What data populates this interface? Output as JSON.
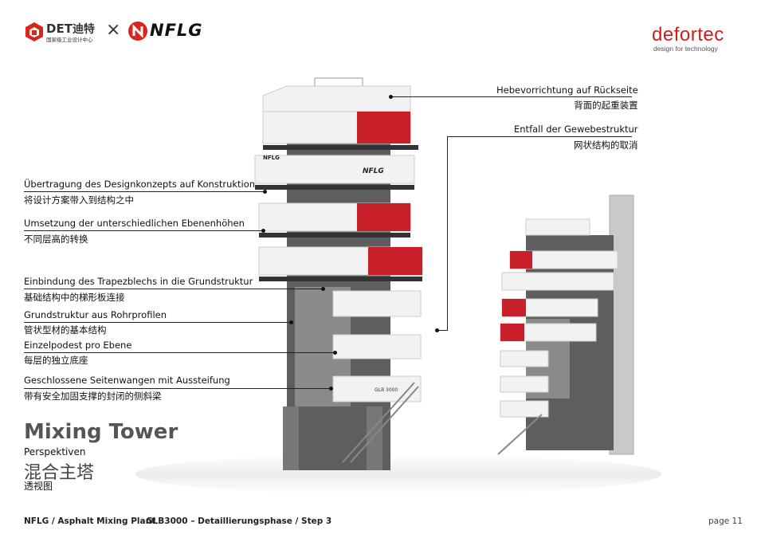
{
  "header": {
    "det_logo_text": "DET",
    "det_logo_cn": "迪特",
    "det_logo_sub": "国家级工业设计中心",
    "cross": "×",
    "nflg_logo_text": "NFLG",
    "defortec_name": "defortec",
    "defortec_tagline": "design for technology"
  },
  "callouts_right": [
    {
      "de": "Hebevorrichtung auf Rückseite",
      "cn": "背面的起重装置"
    },
    {
      "de": "Entfall der Gewebestruktur",
      "cn": "网状结构的取消"
    }
  ],
  "callouts_left": [
    {
      "de": "Übertragung des Designkonzepts auf Konstruktion",
      "cn": "将设计方案带入到结构之中"
    },
    {
      "de": "Umsetzung der unterschiedlichen Ebenenhöhen",
      "cn": "不同层高的转换"
    },
    {
      "de": "Einbindung des Trapezblechs in die Grundstruktur",
      "cn": "基础结构中的梯形板连接"
    },
    {
      "de": "Grundstruktur aus Rohrprofilen",
      "cn": "管状型材的基本结构"
    },
    {
      "de": "Einzelpodest pro Ebene",
      "cn": "每层的独立底座"
    },
    {
      "de": "Geschlossene Seitenwangen mit Aussteifung",
      "cn": "带有安全加固支撑的封闭的侧斜梁"
    }
  ],
  "title": {
    "main": "Mixing Tower",
    "sub_de": "Perspektiven",
    "sub_cn": "混合主塔",
    "sub_cn2": "透视图"
  },
  "tower_labels": {
    "brand": "NFLG",
    "model": "GLB 3000"
  },
  "footer": {
    "left": "NFLG / Asphalt Mixing Plant",
    "middle": "GLB3000 – Detaillierungsphase / Step 3",
    "page": "page 11"
  },
  "colors": {
    "accent": "#c8202a",
    "panel": "#f2f2f2",
    "steel": "#6a6a6a"
  }
}
